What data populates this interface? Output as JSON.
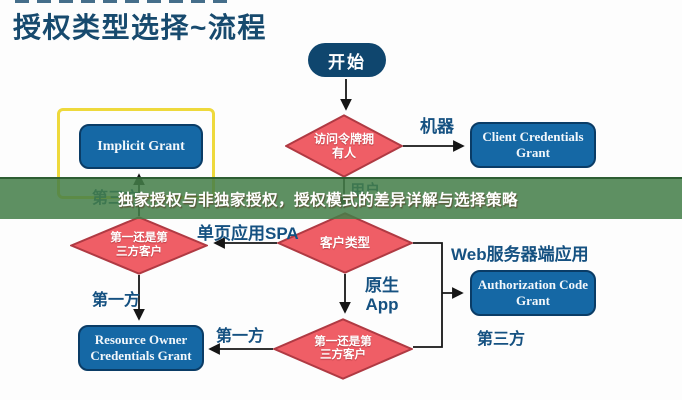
{
  "page": {
    "title": "授权类型选择~流程"
  },
  "banner": {
    "text": "独家授权与非独家授权，授权模式的差异详解与选择策略"
  },
  "flowchart": {
    "start_label": "开始",
    "decisions": {
      "token_owner": {
        "line1": "访问令牌拥",
        "line2": "有人"
      },
      "client_type": {
        "line1": "客户类型",
        "line2": ""
      },
      "first_or_third_left": {
        "line1": "第一还是第",
        "line2": "三方客户"
      },
      "first_or_third_bottom": {
        "line1": "第一还是第",
        "line2": "三方客户"
      }
    },
    "grants": {
      "implicit": {
        "line1": "Implicit Grant",
        "line2": ""
      },
      "client_credentials": {
        "line1": "Client Credentials",
        "line2": "Grant"
      },
      "authorization_code": {
        "line1": "Authorization Code",
        "line2": "Grant"
      },
      "resource_owner": {
        "line1": "Resource Owner",
        "line2": "Credentials Grant"
      }
    },
    "edge_labels": {
      "machine": "机器",
      "user": "用户",
      "spa": "单页应用SPA",
      "web_server": "Web服务器端应用",
      "native_app_line1": "原生",
      "native_app_line2": "App",
      "third_party_left": "第三方",
      "first_party_left": "第一方",
      "first_party_bottom": "第一方",
      "third_party_right": "第三方"
    }
  },
  "colors": {
    "diamond": "#ef5e66",
    "diamond-border": "#b03a43",
    "box": "#1568a5",
    "box-border": "#0a3c66",
    "pill": "#0f466e",
    "navy": "#155181",
    "title-navy": "#174a6e",
    "yellow": "#eed93c",
    "banner-green": "#5d9062"
  }
}
